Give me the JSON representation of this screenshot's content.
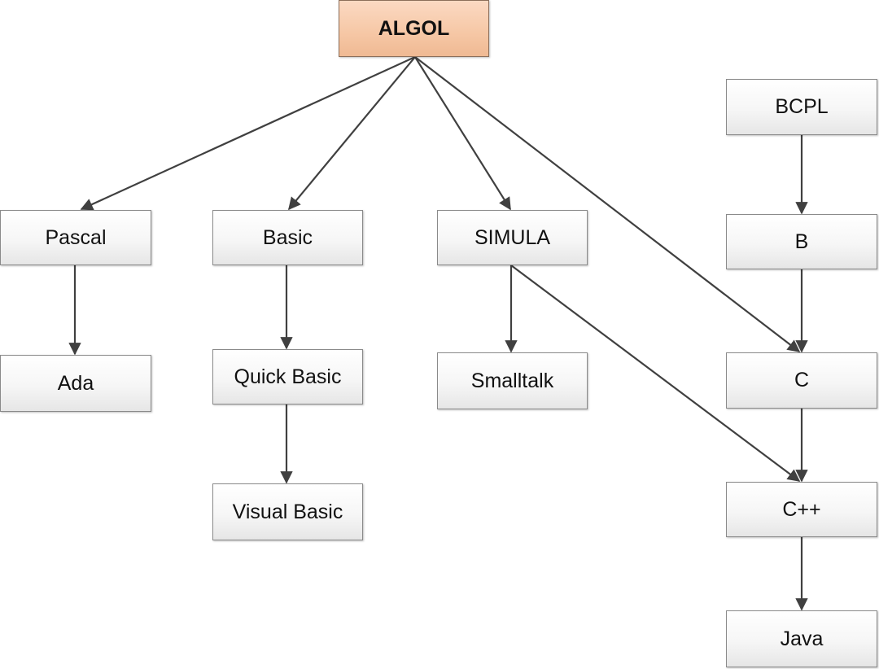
{
  "diagram": {
    "nodes": {
      "algol": "ALGOL",
      "pascal": "Pascal",
      "ada": "Ada",
      "basic": "Basic",
      "quick_basic": "Quick Basic",
      "visual_basic": "Visual Basic",
      "simula": "SIMULA",
      "smalltalk": "Smalltalk",
      "bcpl": "BCPL",
      "b": "B",
      "c": "C",
      "cpp": "C++",
      "java": "Java"
    },
    "edges": [
      {
        "from": "algol",
        "to": "pascal"
      },
      {
        "from": "algol",
        "to": "basic"
      },
      {
        "from": "algol",
        "to": "simula"
      },
      {
        "from": "algol",
        "to": "c"
      },
      {
        "from": "pascal",
        "to": "ada"
      },
      {
        "from": "basic",
        "to": "quick_basic"
      },
      {
        "from": "quick_basic",
        "to": "visual_basic"
      },
      {
        "from": "simula",
        "to": "smalltalk"
      },
      {
        "from": "simula",
        "to": "cpp"
      },
      {
        "from": "bcpl",
        "to": "b"
      },
      {
        "from": "b",
        "to": "c"
      },
      {
        "from": "c",
        "to": "cpp"
      },
      {
        "from": "cpp",
        "to": "java"
      }
    ],
    "colors": {
      "root_fill": "#f6c7a5",
      "node_fill": "#f4f4f4",
      "edge": "#404040"
    }
  }
}
